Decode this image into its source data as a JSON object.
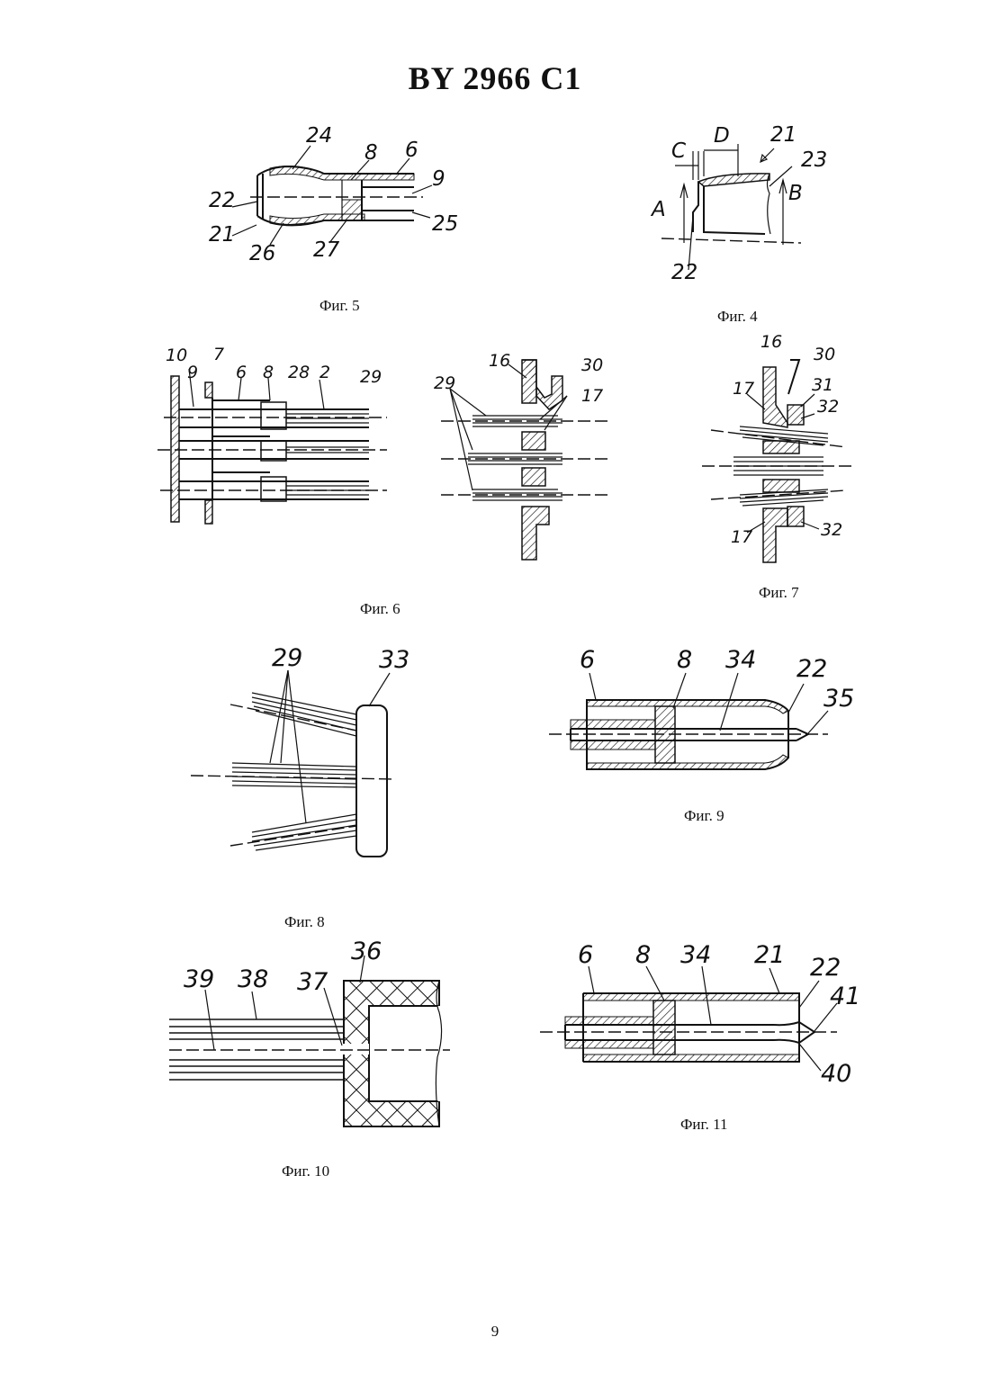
{
  "header": {
    "title": "BY  2966  C1"
  },
  "captions": {
    "fig5": "Фиг. 5",
    "fig4": "Фиг. 4",
    "fig6": "Фиг. 6",
    "fig7": "Фиг. 7",
    "fig8": "Фиг. 8",
    "fig9": "Фиг. 9",
    "fig10": "Фиг. 10",
    "fig11": "Фиг. 11"
  },
  "labels": {
    "fig5": [
      "24",
      "8",
      "6",
      "9",
      "22",
      "21",
      "26",
      "27",
      "25"
    ],
    "fig4": [
      "D",
      "21",
      "C",
      "23",
      "A",
      "B",
      "22"
    ],
    "fig6a": [
      "10",
      "7",
      "9",
      "6",
      "8",
      "28",
      "2",
      "29"
    ],
    "fig6b": [
      "16",
      "30",
      "29",
      "17"
    ],
    "fig7": [
      "16",
      "30",
      "17",
      "31",
      "32",
      "17",
      "32"
    ],
    "fig8": [
      "29",
      "33"
    ],
    "fig9": [
      "6",
      "8",
      "34",
      "22",
      "35"
    ],
    "fig10": [
      "36",
      "39",
      "38",
      "37"
    ],
    "fig11": [
      "6",
      "8",
      "34",
      "21",
      "22",
      "41",
      "40"
    ]
  },
  "footer": {
    "page_number": "9"
  }
}
